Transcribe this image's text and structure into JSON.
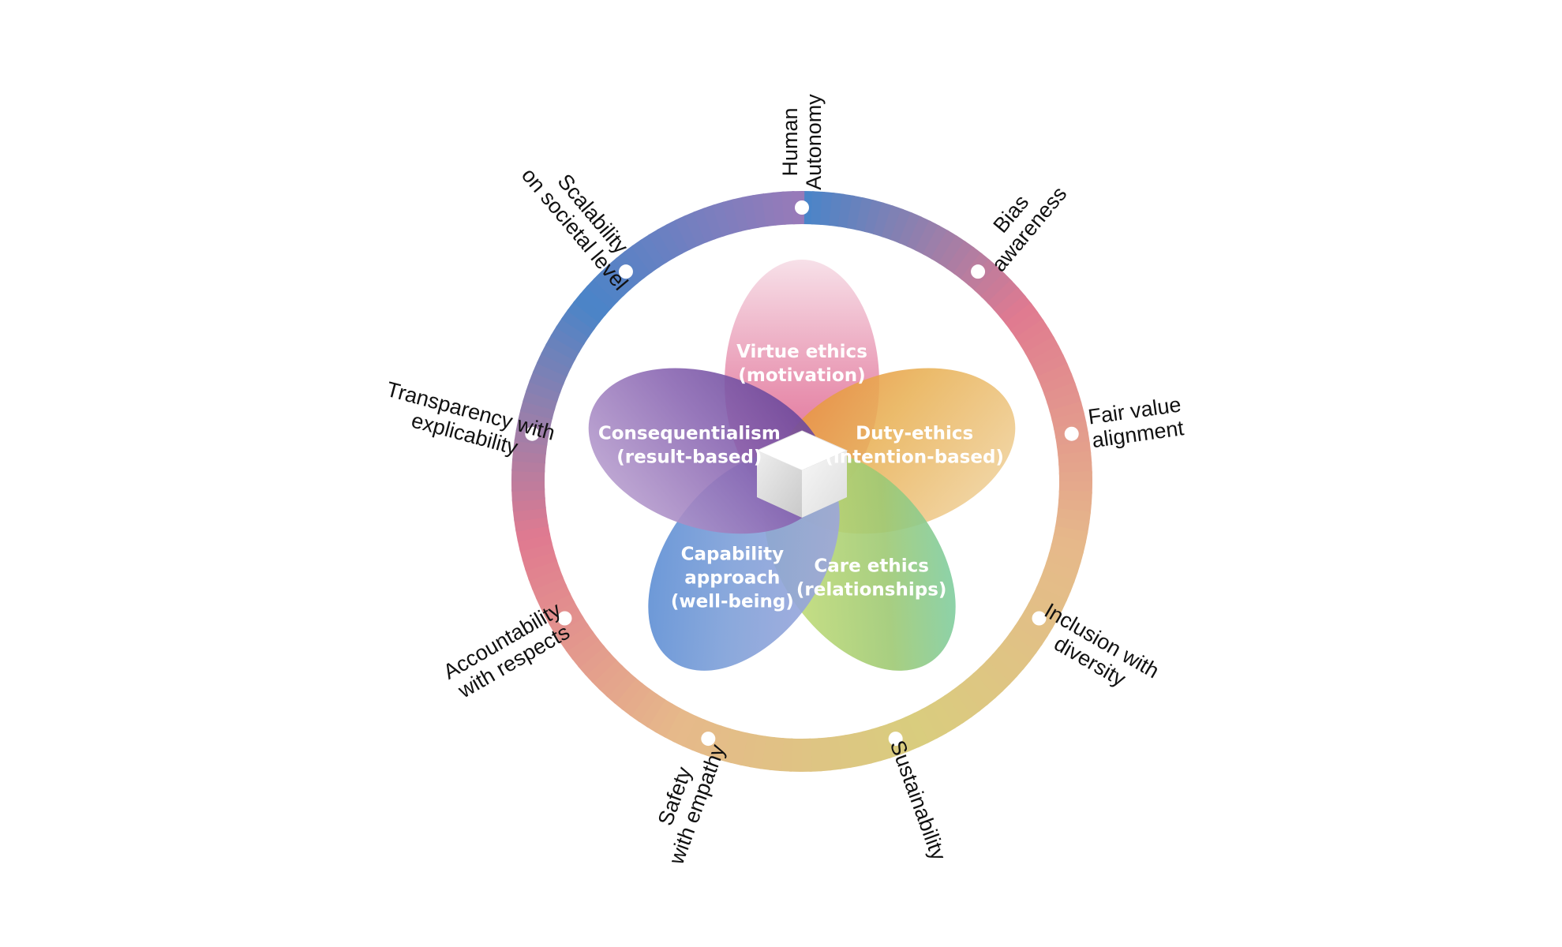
{
  "ring": {
    "labels": [
      {
        "id": "human-autonomy",
        "lines": [
          "Human",
          "Autonomy"
        ]
      },
      {
        "id": "bias-awareness",
        "lines": [
          "Bias",
          "awareness"
        ]
      },
      {
        "id": "fair-value-alignment",
        "lines": [
          "Fair value",
          "alignment"
        ]
      },
      {
        "id": "inclusion-with-diversity",
        "lines": [
          "Inclusion with",
          "diversity"
        ]
      },
      {
        "id": "sustainability",
        "lines": [
          "Sustainability"
        ]
      },
      {
        "id": "safety-with-empathy",
        "lines": [
          "Safety",
          "with empathy"
        ]
      },
      {
        "id": "accountability-with-respects",
        "lines": [
          "Accountability",
          "with respects"
        ]
      },
      {
        "id": "transparency-with-explicability",
        "lines": [
          "Transparency with",
          "explicability"
        ]
      },
      {
        "id": "scalability-on-societal-level",
        "lines": [
          "Scalability",
          "on societal level"
        ]
      }
    ]
  },
  "petals": [
    {
      "id": "virtue-ethics",
      "lines": [
        "Virtue ethics",
        "(motivation)"
      ],
      "color": "#e07a9c"
    },
    {
      "id": "duty-ethics",
      "lines": [
        "Duty-ethics",
        "(intention-based)"
      ],
      "color": "#e8b25f"
    },
    {
      "id": "care-ethics",
      "lines": [
        "Care ethics",
        "(relationships)"
      ],
      "color": "#9cc770"
    },
    {
      "id": "capability-approach",
      "lines": [
        "Capability",
        "approach",
        "(well-being)"
      ],
      "color": "#6e97d0"
    },
    {
      "id": "consequentialism",
      "lines": [
        "Consequentialism",
        "(result-based)"
      ],
      "color": "#7a5aa6"
    }
  ],
  "center": {
    "icon": "cube-icon",
    "color": "#e4e4e4"
  },
  "ring_colors": [
    "#4a84c8",
    "#e07a90",
    "#e6b98a",
    "#d9cd7e",
    "#e6b98a",
    "#e07a90",
    "#4a84c8",
    "#9a7ab8"
  ]
}
